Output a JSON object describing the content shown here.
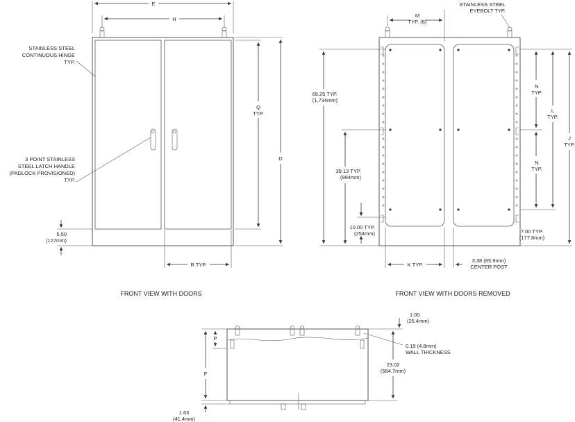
{
  "front_doors": {
    "E": "E",
    "H": "H",
    "hinge": [
      "STAINLESS STEEL",
      "CONTINUOUS HINGE",
      "TYP."
    ],
    "latch": [
      "3 POINT STAINLESS",
      "STEEL LATCH HANDLE",
      "(PADLOCK PROVISIONED)",
      "TYP."
    ],
    "Q": [
      "Q",
      "TYP."
    ],
    "D": "D",
    "dim_5_50": [
      "5.50",
      "(127mm)"
    ],
    "R": "R TYP.",
    "caption": "FRONT VIEW WITH DOORS"
  },
  "front_removed": {
    "M": [
      "M",
      "TYP. (6)"
    ],
    "eyebolt": [
      "STAINLESS STEEL",
      "EYEBOLT TYP."
    ],
    "dim_68_25": [
      "68.25 TYP.",
      "(1,734mm)"
    ],
    "dim_39_13": [
      "39.13 TYP.",
      "(994mm)"
    ],
    "dim_10_00": [
      "10.00 TYP.",
      "(254mm)"
    ],
    "N1": [
      "N",
      "TYP."
    ],
    "N2": [
      "N",
      "TYP."
    ],
    "L": [
      "L",
      "TYP."
    ],
    "J": [
      "J",
      "TYP."
    ],
    "dim_7_00": [
      "7.00 TYP.",
      "(177.8mm)"
    ],
    "K": "K TYP.",
    "center_post": [
      "3.38 (85.9mm)",
      "CENTER POST"
    ],
    "caption": "FRONT VIEW WITH DOORS REMOVED"
  },
  "side": {
    "dim_1_00": [
      "1.00",
      "(25.4mm)"
    ],
    "P": "P",
    "F": "F",
    "wall": [
      "0.19 (4.8mm)",
      "WALL THICKNESS"
    ],
    "dim_23_02": [
      "23.02",
      "(584.7mm)"
    ],
    "dim_1_63": [
      "1.63",
      "(41.4mm)"
    ]
  }
}
